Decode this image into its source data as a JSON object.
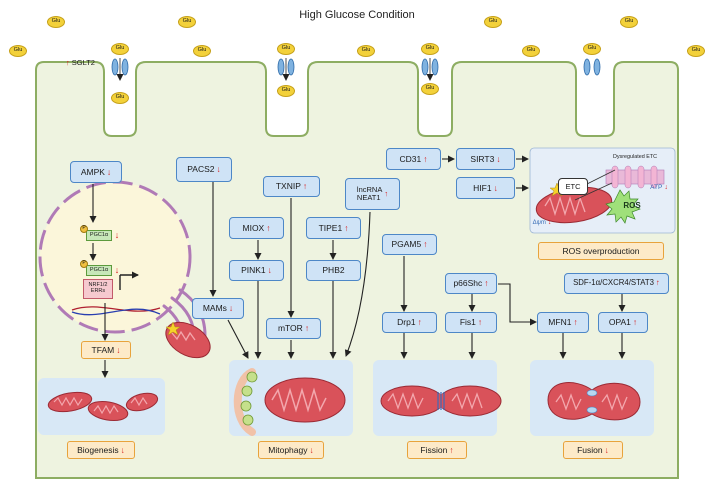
{
  "title": "High Glucose Condition",
  "glucose_label": "Glu",
  "sglt2": "SGLT2",
  "nucleus": {
    "pgc1a_1": "PGC1α",
    "pgc1a_2": "PGC1α",
    "nrf": "NRF1/2\nERRs",
    "p": "P"
  },
  "boxes": {
    "ampk": "AMPK",
    "tfam": "TFAM",
    "pacs2": "PACS2",
    "mams": "MAMs",
    "miox": "MIOX",
    "pink1": "PINK1",
    "txnip": "TXNIP",
    "mtor": "mTOR",
    "tipe1": "TIPE1",
    "phb2": "PHB2",
    "lncrna": "lncRNA\nNEAT1",
    "pgam5": "PGAM5",
    "drp1": "Drp1",
    "p66shc": "p66Shc",
    "fis1": "Fis1",
    "cd31": "CD31",
    "sirt3": "SIRT3",
    "hif1": "HIF1",
    "sdf": "SDF-1α/CXCR4/STAT3",
    "mfn1": "MFN1",
    "opa1": "OPA1"
  },
  "ros_panel": {
    "dysregulated_etc": "Dysregulated ETC",
    "etc": "ETC",
    "ros": "ROS",
    "atp": "ATP",
    "psi": "Δψm"
  },
  "outcomes": {
    "biogenesis": "Biogenesis",
    "mitophagy": "Mitophagy",
    "fission": "Fission",
    "fusion": "Fusion",
    "ros_overproduction": "ROS overproduction"
  },
  "arrows": {
    "up": "↑",
    "down": "↓"
  },
  "colors": {
    "cell_fill": "#eef3e0",
    "cell_stroke": "#8dad62",
    "box_fill": "#cfe3f6",
    "box_stroke": "#4d87c7",
    "outcome_fill": "#fdeac8",
    "outcome_stroke": "#e8a33c",
    "mito": "#d9525a",
    "arrow_red": "#d62020"
  }
}
